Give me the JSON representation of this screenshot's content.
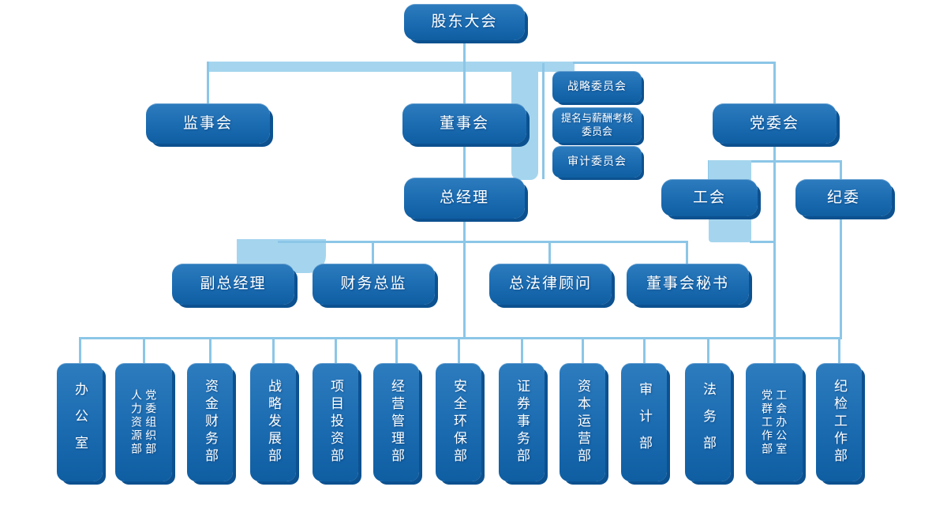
{
  "palette": {
    "box_blue_top": "#2d7cbe",
    "box_blue_bottom": "#0f5ea2",
    "box_shadow_blue": "#0c5190",
    "connector_line": "#8cc6e7",
    "connector_band": "#a5d5ee",
    "text": "#ffffff"
  },
  "nodes": {
    "shareholders_meeting": {
      "label": "股东大会"
    },
    "supervisory_board": {
      "label": "监事会"
    },
    "board_of_directors": {
      "label": "董事会"
    },
    "party_committee": {
      "label": "党委会"
    },
    "committees": [
      {
        "label": "战略委员会"
      },
      {
        "label": "提名与薪酬考核\n委员会"
      },
      {
        "label": "审计委员会"
      }
    ],
    "general_manager": {
      "label": "总经理"
    },
    "labor_union": {
      "label": "工会"
    },
    "discipline_committee": {
      "label": "纪委"
    },
    "executives": [
      {
        "label": "副总经理"
      },
      {
        "label": "财务总监"
      },
      {
        "label": "总法律顾问"
      },
      {
        "label": "董事会秘书"
      }
    ],
    "departments": [
      {
        "label": "办公室"
      },
      {
        "label": "党委组织部\n人力资源部"
      },
      {
        "label": "资金财务部"
      },
      {
        "label": "战略发展部"
      },
      {
        "label": "项目投资部"
      },
      {
        "label": "经营管理部"
      },
      {
        "label": "安全环保部"
      },
      {
        "label": "证券事务部"
      },
      {
        "label": "资本运营部"
      },
      {
        "label": "审计部"
      },
      {
        "label": "法务部"
      },
      {
        "label": "工会办公室\n党群工作部"
      },
      {
        "label": "纪检工作部"
      }
    ]
  }
}
